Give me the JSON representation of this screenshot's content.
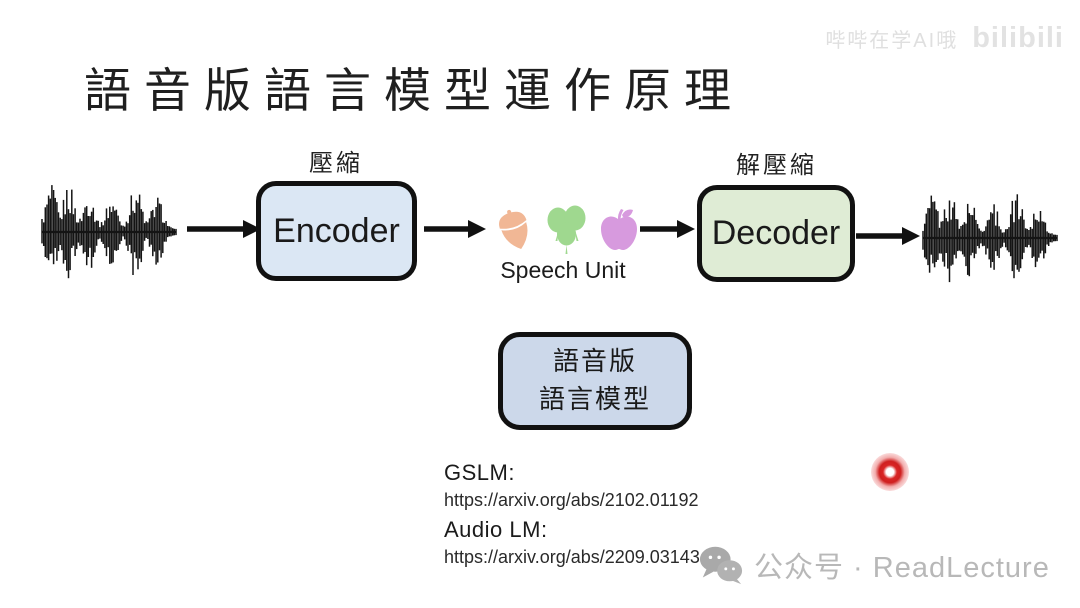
{
  "slide": {
    "title": "語音版語言模型運作原理"
  },
  "pipeline": {
    "encoder": {
      "caption": "壓縮",
      "label": "Encoder",
      "fill": "#dbe7f4"
    },
    "decoder": {
      "caption": "解壓縮",
      "label": "Decoder",
      "fill": "#dfecd5"
    },
    "speech_unit": {
      "label": "Speech Unit",
      "icons": [
        {
          "name": "acorn-icon",
          "color": "#f1b795"
        },
        {
          "name": "balloons-icon",
          "color": "#9fd88f"
        },
        {
          "name": "apple-icon",
          "color": "#d79ade"
        }
      ]
    },
    "model_box": {
      "line1": "語音版",
      "line2": "語言模型",
      "fill": "#ccd8ea"
    }
  },
  "references": [
    {
      "name": "GSLM:",
      "url": "https://arxiv.org/abs/2102.01192"
    },
    {
      "name": "Audio LM:",
      "url": "https://arxiv.org/abs/2209.03143"
    }
  ],
  "footer": {
    "channel": "公众号 · ReadLecture"
  },
  "watermark": {
    "username": "哔哔在学AI哦",
    "logo": "bilibili"
  },
  "laser": {
    "color": "#d92525"
  }
}
